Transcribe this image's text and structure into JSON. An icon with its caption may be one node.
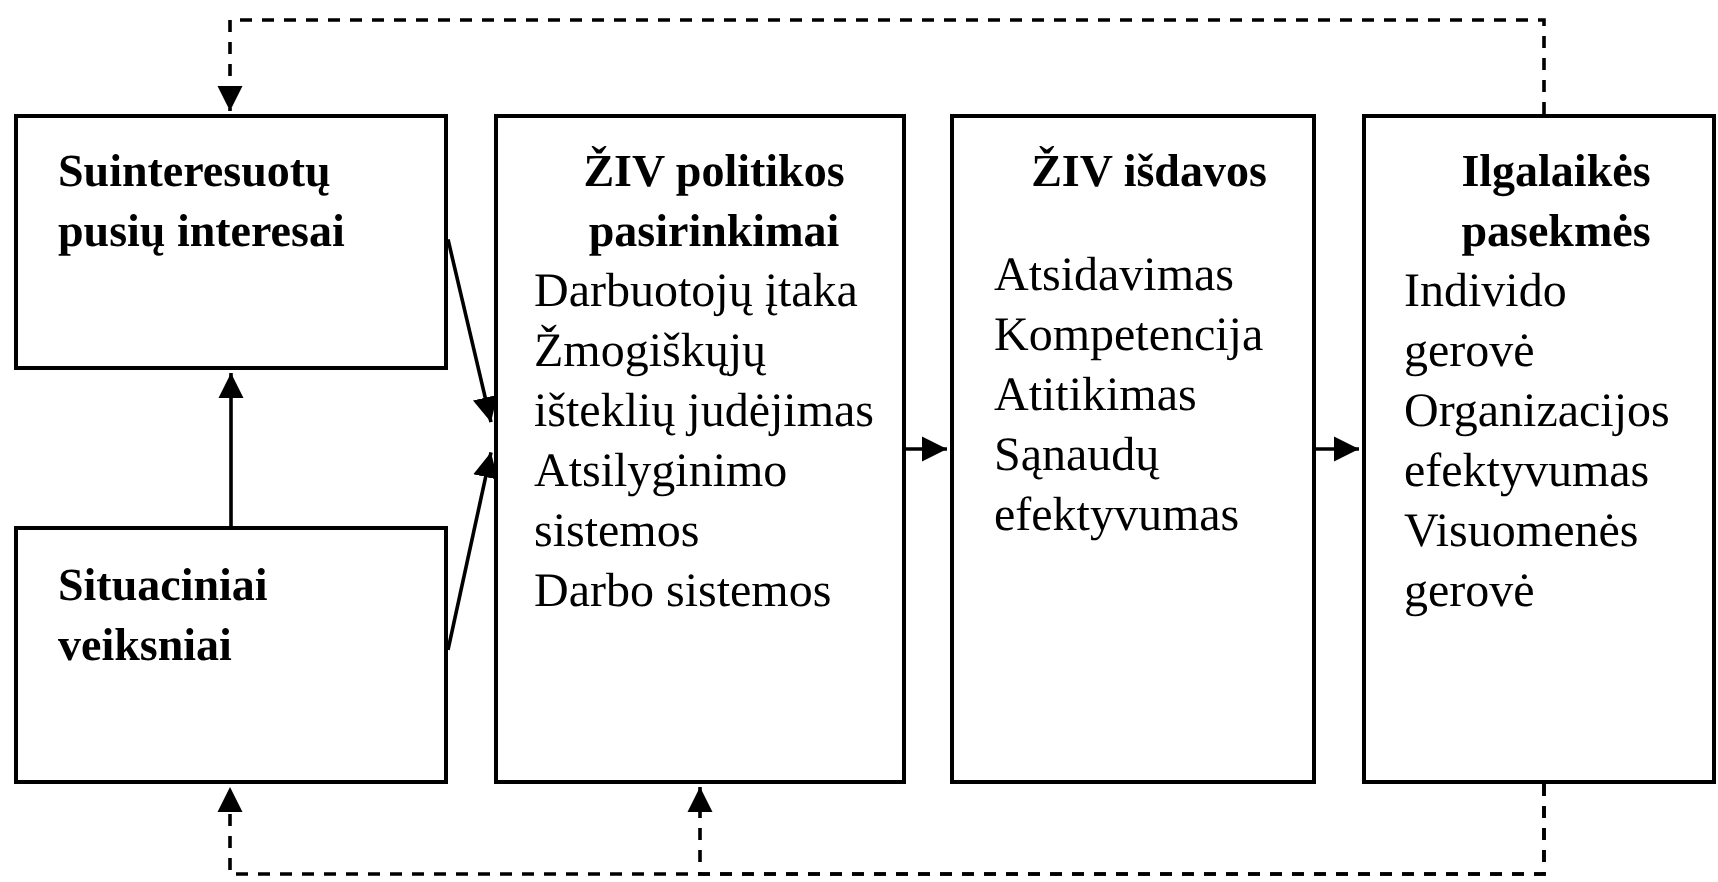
{
  "diagram": {
    "nodes": [
      {
        "text": [
          "Suinteresuotų pusių interesai"
        ]
      },
      {
        "text": [
          "Situaciniai veiksniai"
        ]
      },
      {
        "text": [
          "ŽIV politikos pasirinkimai",
          "Darbuotojų įtaka",
          "Žmogiškųjų išteklių judėjimas",
          "Atsilyginimo sistemos",
          "Darbo sistemos"
        ]
      },
      {
        "text": [
          "ŽIV išdavos",
          "Atsidavimas",
          "Kompetencija",
          "Atitikimas",
          "Sąnaudų efektyvumas"
        ]
      },
      {
        "text": [
          "Ilgalaikės pasekmės",
          "Individo gerovė",
          "Organizacijos efektyvumas",
          "Visuomenės gerovė"
        ]
      }
    ],
    "edges": [
      {
        "from": 1,
        "to": 0,
        "arrow": "to"
      },
      {
        "from": 0,
        "to": 2,
        "arrow": "to"
      },
      {
        "from": 1,
        "to": 2,
        "arrow": "to"
      },
      {
        "from": 2,
        "to": 3,
        "arrow": "to"
      },
      {
        "from": 3,
        "to": 4,
        "arrow": "to"
      },
      {
        "from": 4,
        "to": 0,
        "arrow": "to",
        "style": "dashed"
      },
      {
        "from": 4,
        "to": 1,
        "arrow": "to",
        "style": "dashed"
      },
      {
        "from": 4,
        "to": 2,
        "arrow": "to",
        "style": "dashed"
      }
    ]
  }
}
